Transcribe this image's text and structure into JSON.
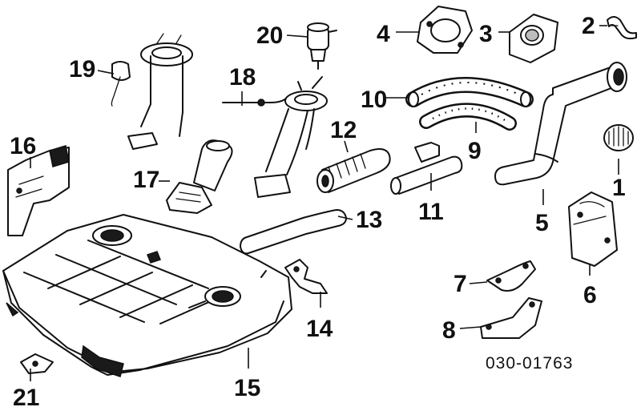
{
  "reference_code": "030-01763",
  "callouts": {
    "c1": "1",
    "c2": "2",
    "c3": "3",
    "c4": "4",
    "c5": "5",
    "c6": "6",
    "c7": "7",
    "c8": "8",
    "c9": "9",
    "c10": "10",
    "c11": "11",
    "c12": "12",
    "c13": "13",
    "c14": "14",
    "c15": "15",
    "c16": "16",
    "c17": "17",
    "c18": "18",
    "c19": "19",
    "c20": "20",
    "c21": "21"
  }
}
